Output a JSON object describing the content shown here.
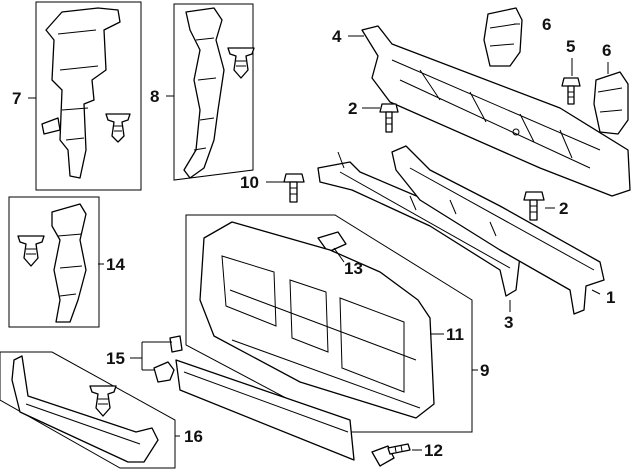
{
  "diagram": {
    "callouts": [
      {
        "id": "c1",
        "label": "1"
      },
      {
        "id": "c2a",
        "label": "2"
      },
      {
        "id": "c2b",
        "label": "2"
      },
      {
        "id": "c3",
        "label": "3"
      },
      {
        "id": "c4",
        "label": "4"
      },
      {
        "id": "c5",
        "label": "5"
      },
      {
        "id": "c6a",
        "label": "6"
      },
      {
        "id": "c6b",
        "label": "6"
      },
      {
        "id": "c7",
        "label": "7"
      },
      {
        "id": "c8",
        "label": "8"
      },
      {
        "id": "c9",
        "label": "9"
      },
      {
        "id": "c10",
        "label": "10"
      },
      {
        "id": "c11",
        "label": "11"
      },
      {
        "id": "c12",
        "label": "12"
      },
      {
        "id": "c13",
        "label": "13"
      },
      {
        "id": "c14",
        "label": "14"
      },
      {
        "id": "c15",
        "label": "15"
      },
      {
        "id": "c16",
        "label": "16"
      }
    ]
  }
}
